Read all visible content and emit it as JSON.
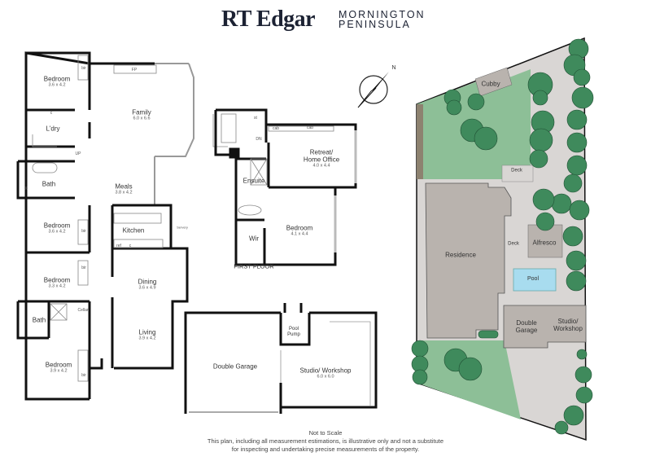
{
  "header": {
    "brand": "RT Edgar",
    "region_line1": "MORNINGTON",
    "region_line2": "PENINSULA"
  },
  "ground_floor": {
    "rooms": [
      {
        "name": "Bedroom",
        "dims": "3.6 x 4.2"
      },
      {
        "name": "Family",
        "dims": "6.0 x 6.6"
      },
      {
        "name": "L'dry",
        "dims": ""
      },
      {
        "name": "Bath",
        "dims": ""
      },
      {
        "name": "Meals",
        "dims": "3.8 x 4.2"
      },
      {
        "name": "Bedroom",
        "dims": "3.6 x 4.2"
      },
      {
        "name": "Kitchen",
        "dims": ""
      },
      {
        "name": "Bedroom",
        "dims": "3.3 x 4.2"
      },
      {
        "name": "Dining",
        "dims": "3.6 x 4.9"
      },
      {
        "name": "Bath",
        "dims": ""
      },
      {
        "name": "Cellar",
        "dims": ""
      },
      {
        "name": "Living",
        "dims": "3.9 x 4.2"
      },
      {
        "name": "Bedroom",
        "dims": "3.9 x 4.2"
      }
    ],
    "fixtures": {
      "fp": "FP",
      "bir": "bir",
      "c": "c",
      "up": "UP",
      "x": "X",
      "ref": "ref",
      "servery": "Servery"
    }
  },
  "first_floor": {
    "title": "FIRST FLOOR",
    "rooms": [
      {
        "name": "Retreat/",
        "name2": "Home Office",
        "dims": "4.0 x 4.4"
      },
      {
        "name": "Ensuite",
        "dims": ""
      },
      {
        "name": "Bedroom",
        "dims": "4.1 x 4.4"
      },
      {
        "name": "Wir",
        "dims": ""
      }
    ],
    "fixtures": {
      "dn": "DN",
      "cab": "cab",
      "st": "st"
    }
  },
  "outbuilding": {
    "rooms": [
      {
        "name": "Double Garage",
        "dims": ""
      },
      {
        "name": "Pool",
        "name2": "Pump",
        "dims": ""
      },
      {
        "name": "Studio/ Workshop",
        "dims": "6.0 x 6.0"
      }
    ]
  },
  "compass": {
    "label": "N"
  },
  "site_plan": {
    "labels": [
      "Cubby",
      "Deck",
      "Residence",
      "Deck",
      "Alfresco",
      "Pool",
      "Double",
      "Garage",
      "Studio/",
      "Workshop"
    ],
    "colors": {
      "lawn": "#8dbf97",
      "paving": "#d9d6d4",
      "building": "#b9b3ae",
      "pool": "#a8dcef",
      "tree": "#3f8a5c",
      "garden_bed": "#8d8270"
    }
  },
  "footer": {
    "line1": "Not to Scale",
    "line2": "This plan, including all measurement estimations, is illustrative only and not a substitute",
    "line3": "for inspecting and undertaking precise measurements of the property."
  }
}
